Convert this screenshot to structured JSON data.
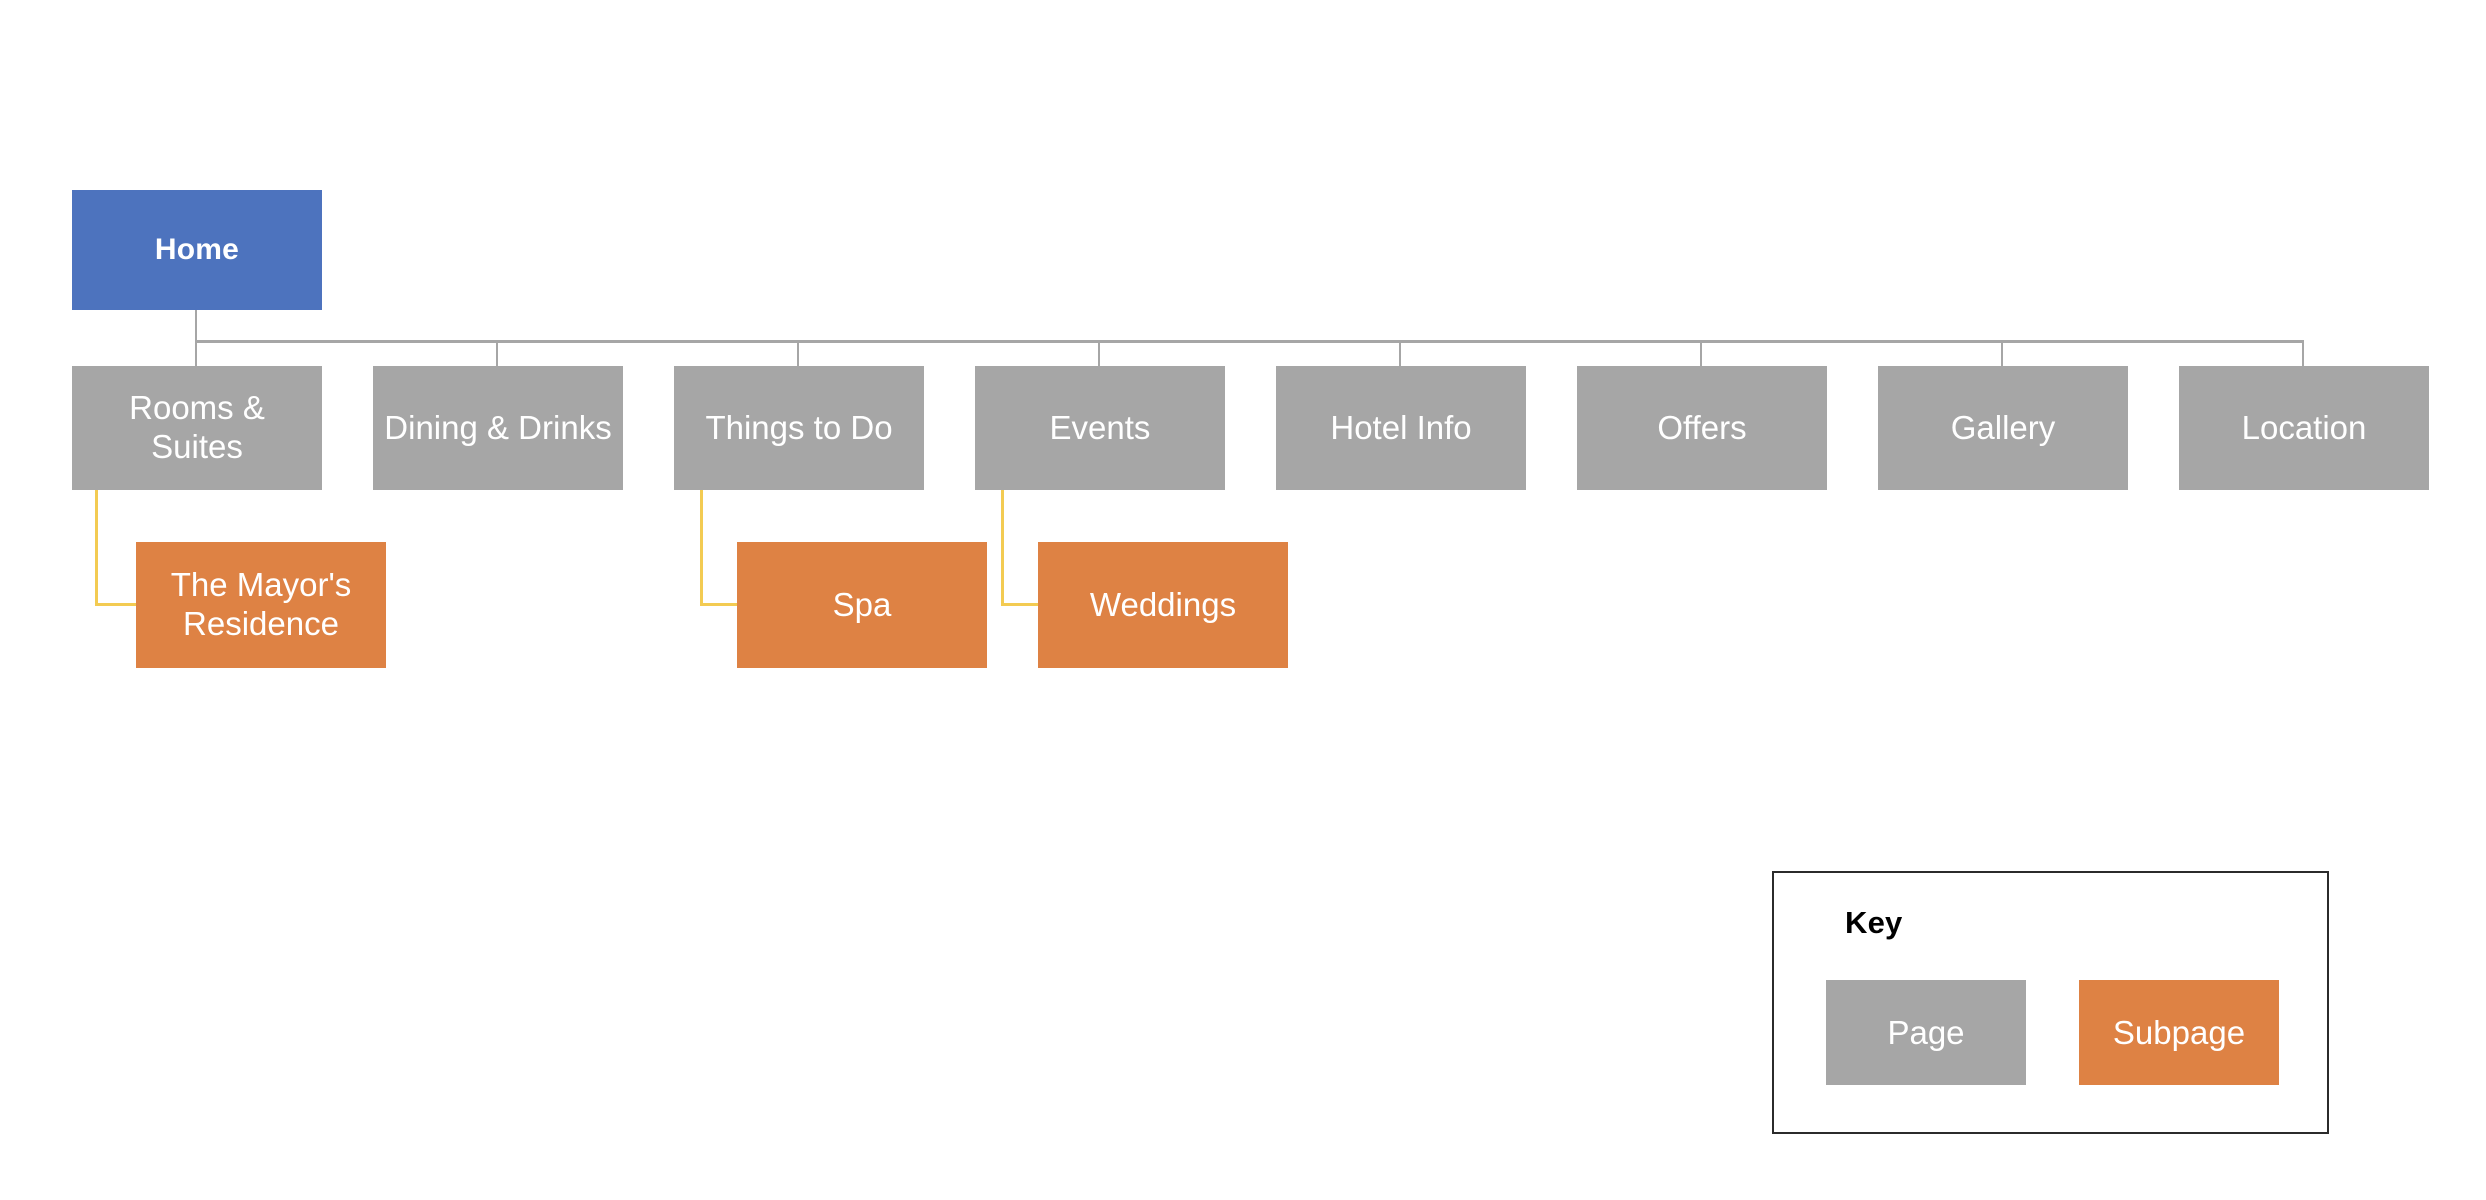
{
  "diagram": {
    "type": "sitemap-tree",
    "title_visible": false,
    "colors": {
      "root": "#4D73BE",
      "page": "#A6A6A6",
      "subpage": "#DE8244",
      "connector_page": "#A6A6A6",
      "connector_subpage": "#F3CB52",
      "key_border": "#2B2B2B",
      "label_text": "#FFFFFF",
      "key_title_text": "#000000",
      "background": "#FFFFFF"
    },
    "root": {
      "label": "Home",
      "kind": "root"
    },
    "pages": [
      {
        "label": "Rooms & Suites",
        "kind": "page"
      },
      {
        "label": "Dining & Drinks",
        "kind": "page"
      },
      {
        "label": "Things to Do",
        "kind": "page"
      },
      {
        "label": "Events",
        "kind": "page"
      },
      {
        "label": "Hotel Info",
        "kind": "page"
      },
      {
        "label": "Offers",
        "kind": "page"
      },
      {
        "label": "Gallery",
        "kind": "page"
      },
      {
        "label": "Location",
        "kind": "page"
      }
    ],
    "subpages": [
      {
        "label": "The Mayor's Residence",
        "kind": "subpage",
        "parent": "Rooms & Suites"
      },
      {
        "label": "Spa",
        "kind": "subpage",
        "parent": "Things to Do"
      },
      {
        "label": "Weddings",
        "kind": "subpage",
        "parent": "Events"
      }
    ]
  },
  "key": {
    "title": "Key",
    "items": [
      {
        "label": "Page",
        "kind": "page"
      },
      {
        "label": "Subpage",
        "kind": "subpage"
      }
    ]
  }
}
